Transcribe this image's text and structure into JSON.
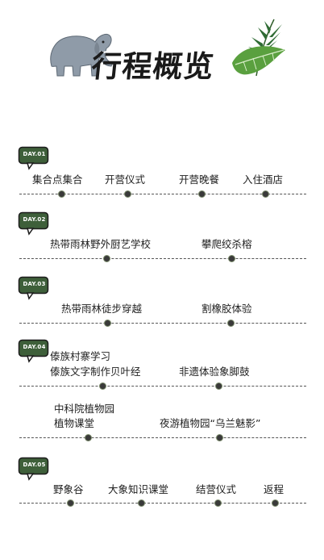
{
  "title": "行程概览",
  "colors": {
    "badge": "#3e5f3a",
    "leaf": "#4f8a3f",
    "elephant": "#8e9aa6"
  },
  "days": [
    {
      "badge": "DAY.01",
      "items": [
        "集合点集合",
        "开营仪式",
        "开营晚餐",
        "入住酒店"
      ]
    },
    {
      "badge": "DAY.02",
      "items": [
        "热带雨林野外厨艺学校",
        "攀爬绞杀榕"
      ]
    },
    {
      "badge": "DAY.03",
      "items": [
        "热带雨林徒步穿越",
        "割橡胶体验"
      ]
    },
    {
      "badge": "DAY.04",
      "items": [
        "傣族村寨学习",
        "傣族文字制作贝叶经",
        "非遗体验象脚鼓"
      ]
    },
    {
      "badge": "",
      "items": [
        "中科院植物园",
        "植物课堂",
        "夜游植物园“乌兰魅影”"
      ]
    },
    {
      "badge": "DAY.05",
      "items": [
        "野象谷",
        "大象知识课堂",
        "结营仪式",
        "返程"
      ]
    }
  ]
}
